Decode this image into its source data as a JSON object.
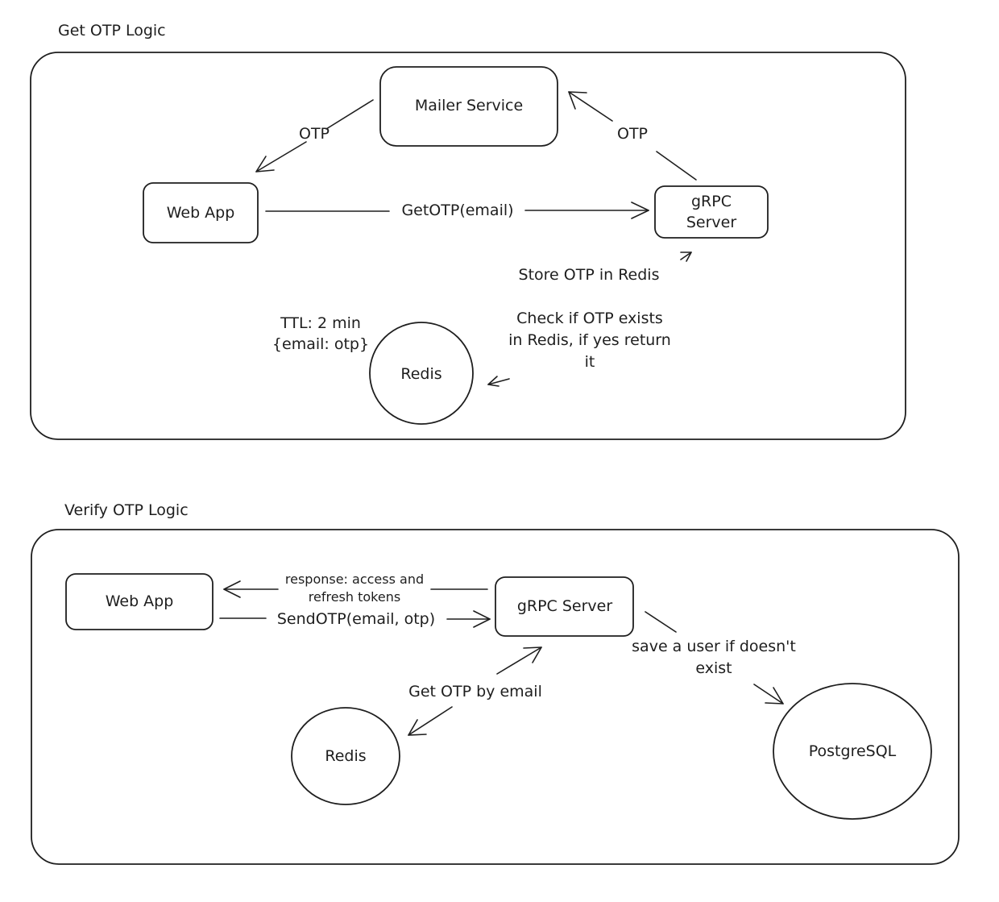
{
  "sections": {
    "get_otp": {
      "title": "Get OTP Logic",
      "nodes": {
        "mailer_service": "Mailer Service",
        "web_app": "Web App",
        "grpc_server_line1": "gRPC",
        "grpc_server_line2": "Server",
        "redis": "Redis"
      },
      "edges": {
        "mailer_to_webapp": "OTP",
        "grpc_to_mailer": "OTP",
        "webapp_to_grpc": "GetOTP(email)",
        "redis_to_grpc": "Store OTP in Redis",
        "grpc_to_redis_line1": "Check if OTP exists",
        "grpc_to_redis_line2": "in Redis, if yes return",
        "grpc_to_redis_line3": "it"
      },
      "notes": {
        "ttl": "TTL: 2 min",
        "kv": "{email: otp}"
      }
    },
    "verify_otp": {
      "title": "Verify OTP Logic",
      "nodes": {
        "web_app": "Web App",
        "grpc_server": "gRPC Server",
        "redis": "Redis",
        "postgres": "PostgreSQL"
      },
      "edges": {
        "response_line1": "response: access and",
        "response_line2": "refresh tokens",
        "send_otp": "SendOTP(email, otp)",
        "get_otp_by_email": "Get OTP by email",
        "save_user_line1": "save a user if doesn't",
        "save_user_line2": "exist"
      }
    }
  }
}
